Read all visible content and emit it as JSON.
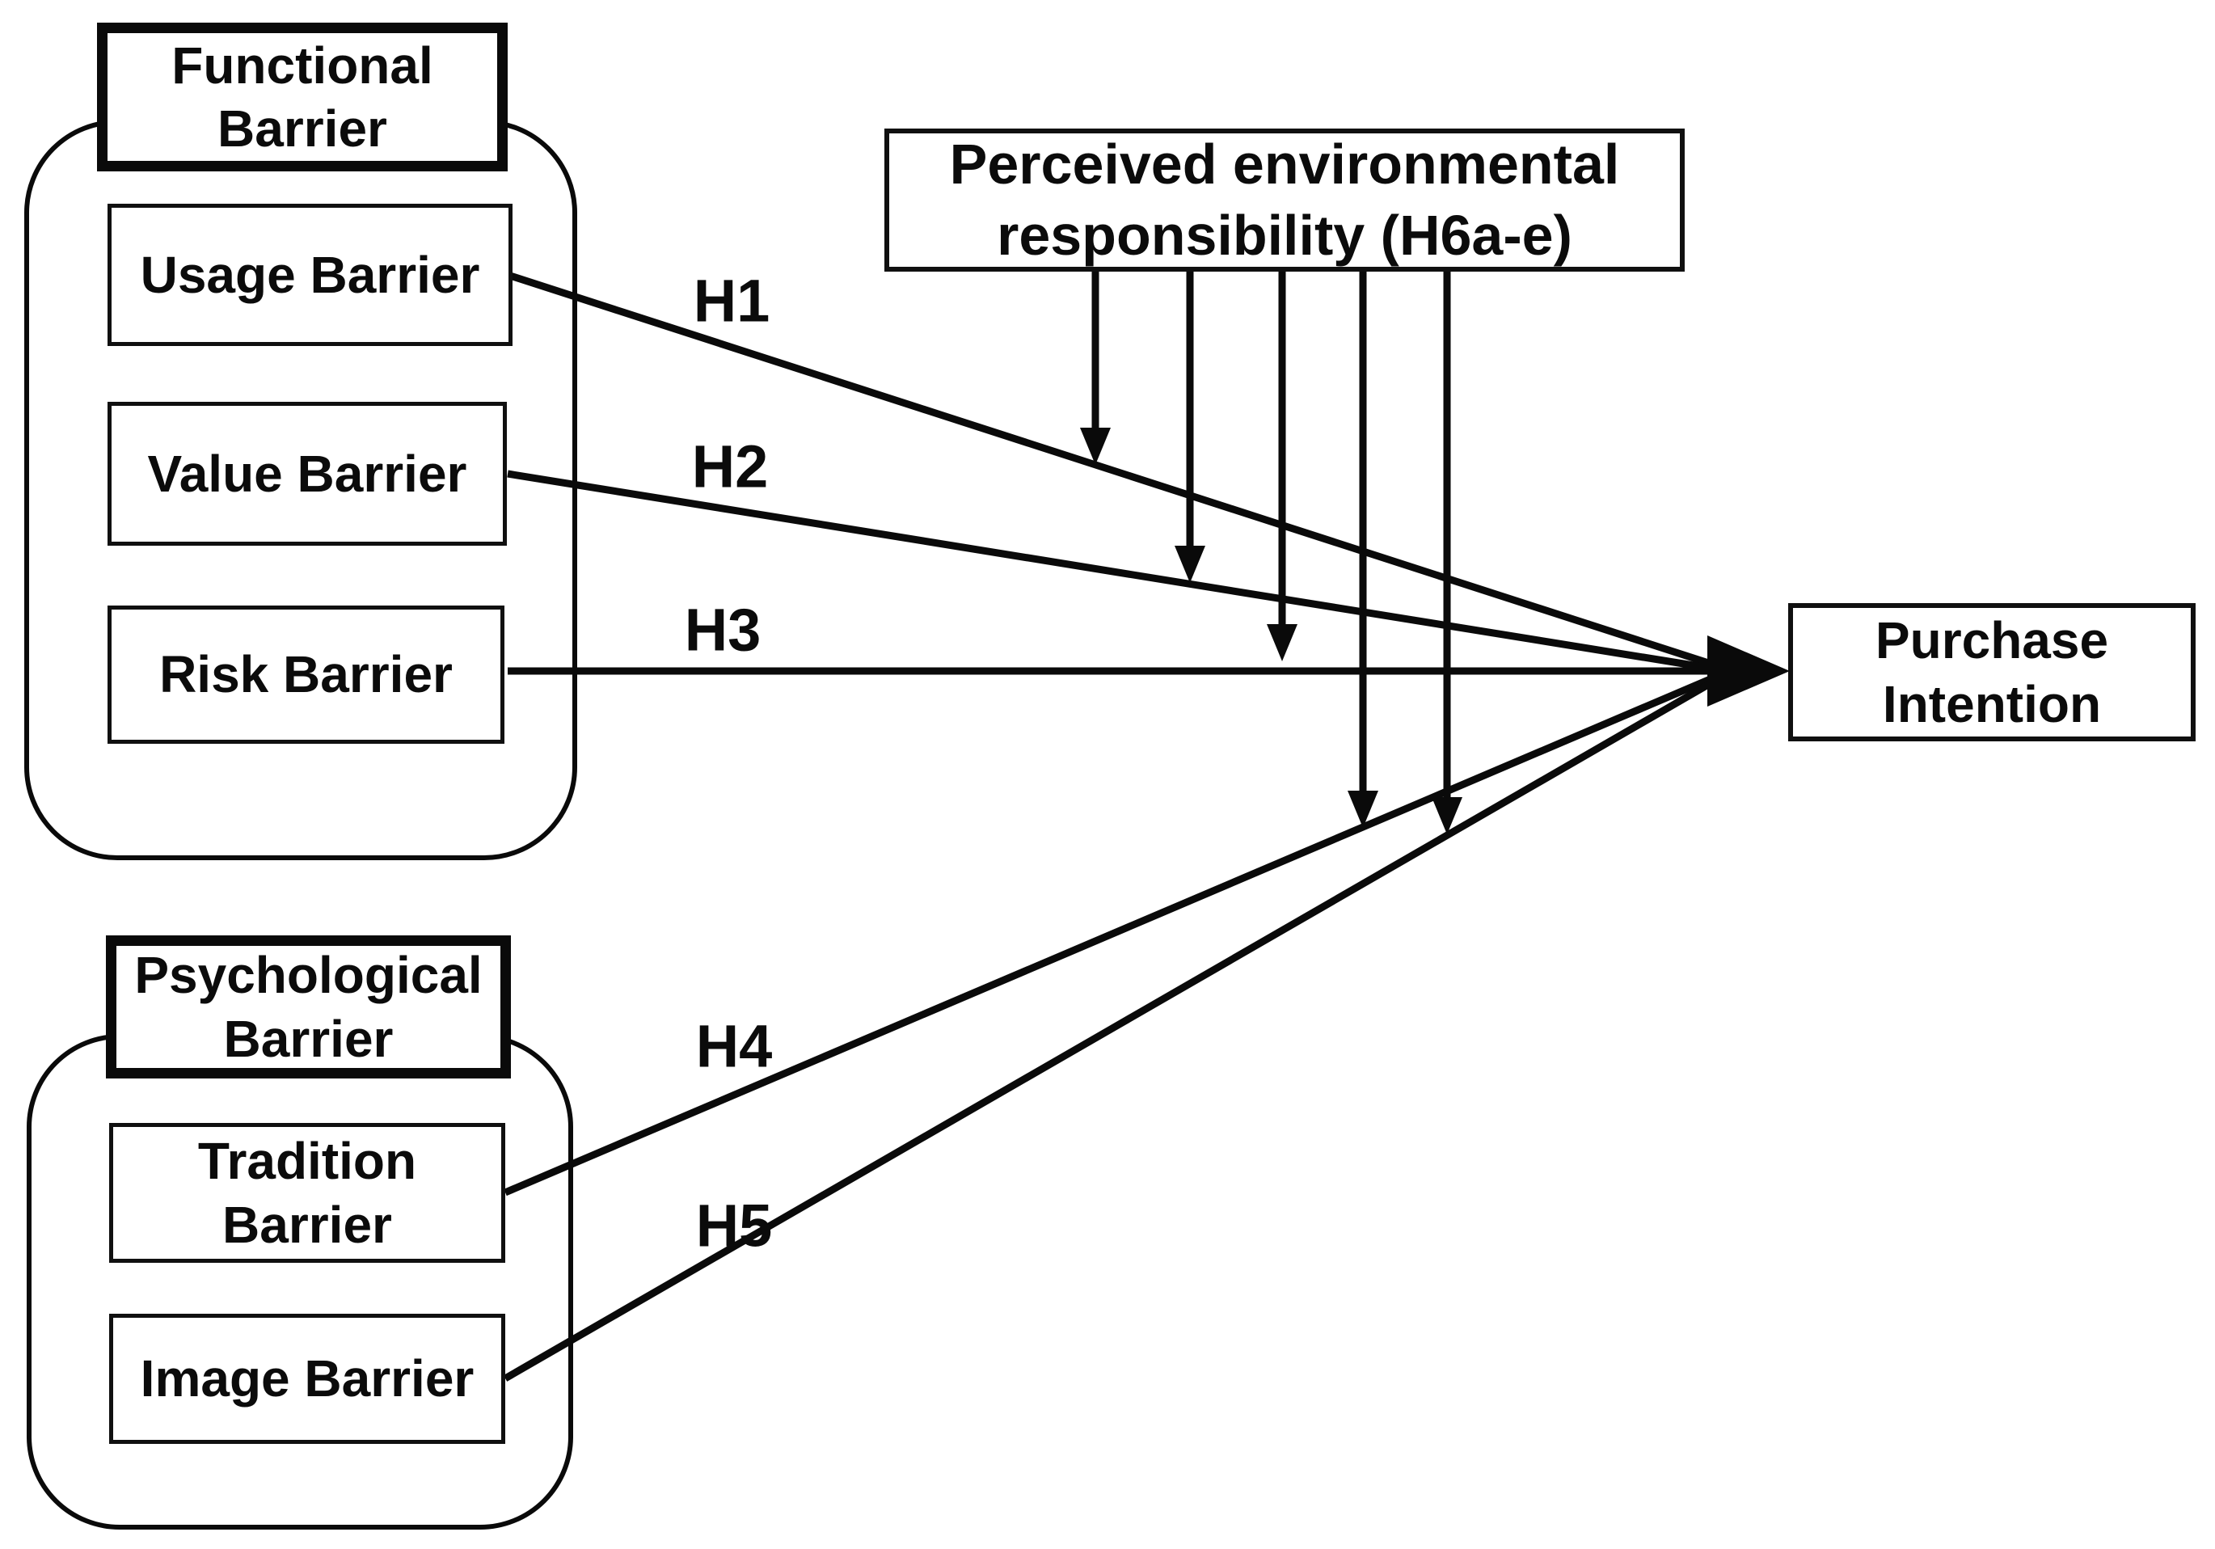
{
  "diagram": {
    "title": "Barriers to purchase intention research model",
    "colors": {
      "background": "#ffffff",
      "line": "#0a0a0a",
      "text": "#0b0b0b"
    },
    "groups": [
      {
        "title": "Functional Barrier",
        "items": [
          "Usage Barrier",
          "Value Barrier",
          "Risk Barrier"
        ]
      },
      {
        "title": "Psychological Barrier",
        "items": [
          "Tradition Barrier",
          "Image Barrier"
        ]
      }
    ],
    "moderator": "Perceived environmental responsibility (H6a-e)",
    "outcome": "Purchase Intention",
    "paths": [
      {
        "label": "H1",
        "from": "Usage Barrier",
        "to": "Purchase Intention"
      },
      {
        "label": "H2",
        "from": "Value Barrier",
        "to": "Purchase Intention"
      },
      {
        "label": "H3",
        "from": "Risk Barrier",
        "to": "Purchase Intention"
      },
      {
        "label": "H4",
        "from": "Tradition Barrier",
        "to": "Purchase Intention"
      },
      {
        "label": "H5",
        "from": "Image Barrier",
        "to": "Purchase Intention"
      },
      {
        "label": "H6a-e",
        "from": "Perceived environmental responsibility",
        "to": "paths H1-H5",
        "type": "moderation"
      }
    ]
  }
}
